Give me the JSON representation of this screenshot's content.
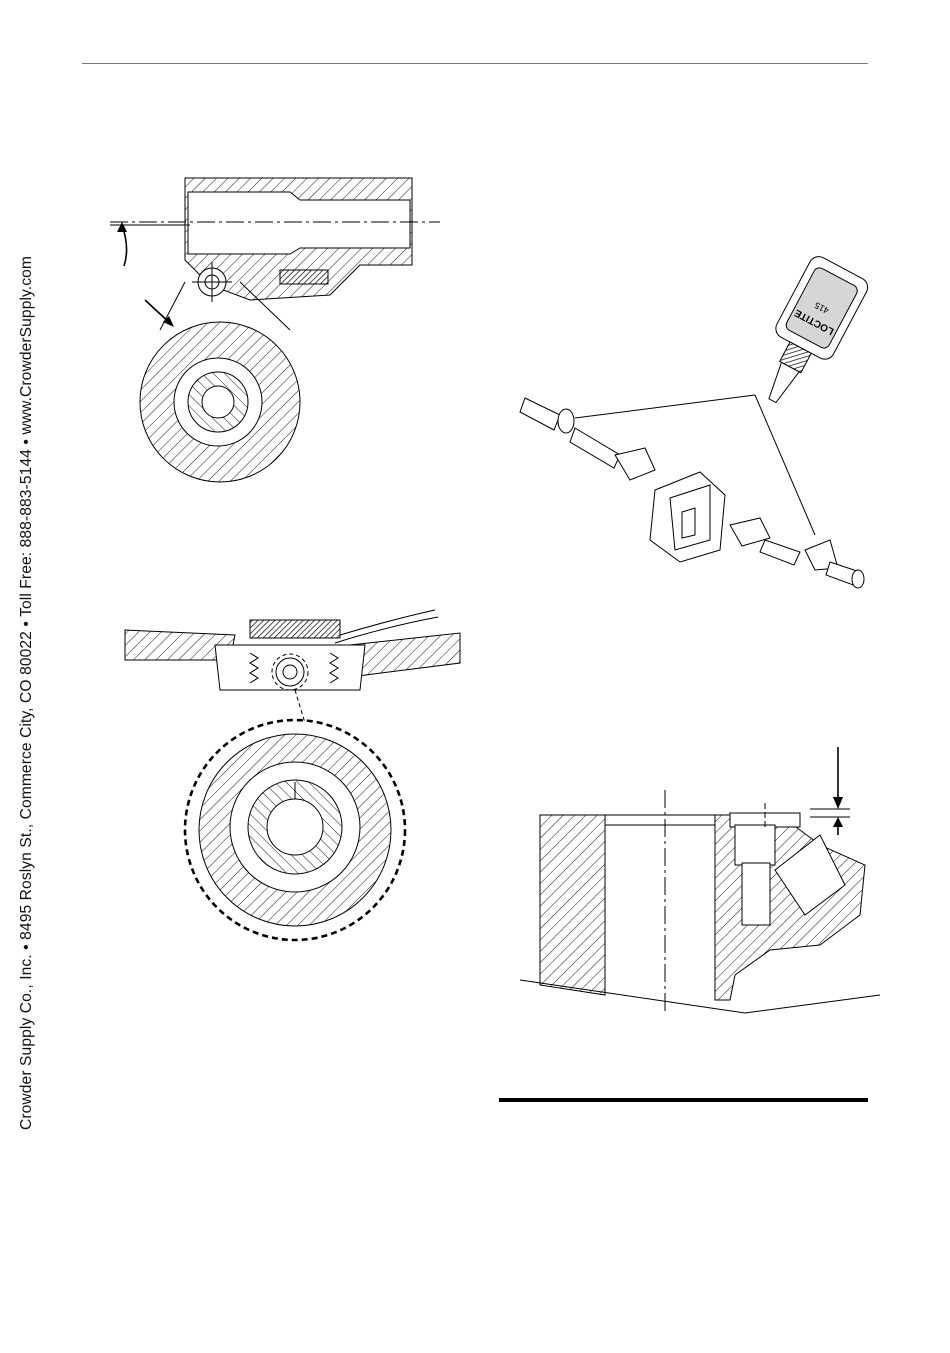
{
  "page": {
    "side_text": "Crowder Supply Co., Inc. • 8495 Roslyn St., Commerce City, CO 80022 • Toll Free: 888-883-5144 • www.CrowderSupply.com"
  },
  "figures": {
    "loctite_bottle": {
      "label": "LOCTITE",
      "number": "415"
    }
  },
  "colors": {
    "ink": "#000000",
    "rule": "#777777"
  }
}
